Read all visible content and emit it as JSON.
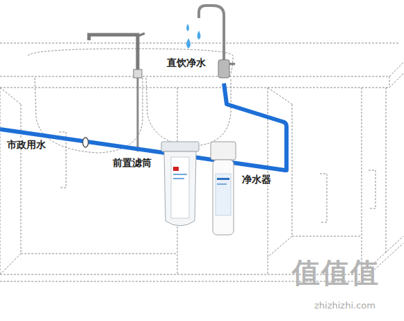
{
  "diagram": {
    "labels": [
      "市政用水",
      "前置滤筒",
      "净水器",
      "直饮净水",
      "值值值",
      "zhizhizhi.com"
    ]
  }
}
